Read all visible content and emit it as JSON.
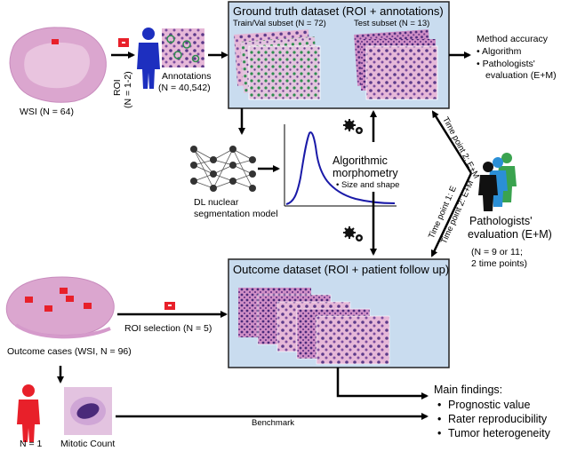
{
  "wsi_top": {
    "label": "WSI (N = 64)"
  },
  "roi_top": {
    "label_line1": "ROI",
    "label_line2": "(N = 1-2)"
  },
  "annotations": {
    "line1": "Annotations",
    "line2": "(N = 40,542)"
  },
  "ground_truth": {
    "title": "Ground truth dataset (ROI + annotations)",
    "train_label": "Train/Val subset (N = 72)",
    "test_label": "Test subset (N = 13)"
  },
  "method_accuracy": {
    "title": "Method accuracy",
    "items": [
      "Algorithm",
      "Pathologists' evaluation (E+M)"
    ],
    "item2_line1": "Pathologists'",
    "item2_line2": "evaluation (E+M)"
  },
  "dl_model": {
    "line1": "DL nuclear",
    "line2": "segmentation model"
  },
  "morphometry": {
    "line1": "Algorithmic",
    "line2": "morphometry",
    "bullet": "Size and shape"
  },
  "time_points": {
    "tp1": "Time point 1: E",
    "tp2a": "Time point 2: E+M",
    "tp2b": "Time point 2: E+M"
  },
  "pathologists": {
    "line1": "Pathologists'",
    "line2": "evaluation (E+M)",
    "line3": "(N = 9 or 11;",
    "line4": "2 time points)"
  },
  "outcome_dataset": {
    "title": "Outcome dataset (ROI + patient follow up)"
  },
  "outcome_cases": {
    "label": "Outcome cases (WSI, N = 96)"
  },
  "roi_selection": {
    "label": "ROI selection (N = 5)"
  },
  "benchmark": {
    "label": "Benchmark"
  },
  "mitotic": {
    "n_label": "N = 1",
    "count_label": "Mitotic Count"
  },
  "main_findings": {
    "title": "Main findings:",
    "items": [
      "Prognostic value",
      "Rater reproducibility",
      "Tumor heterogeneity"
    ]
  },
  "colors": {
    "box_fill": "#c9dcef",
    "tissue": "#d9a3d0",
    "roi_red": "#e8202a",
    "person_blue": "#1d2fbf",
    "person_red": "#e8202a",
    "curve_blue": "#1a1aa8"
  }
}
